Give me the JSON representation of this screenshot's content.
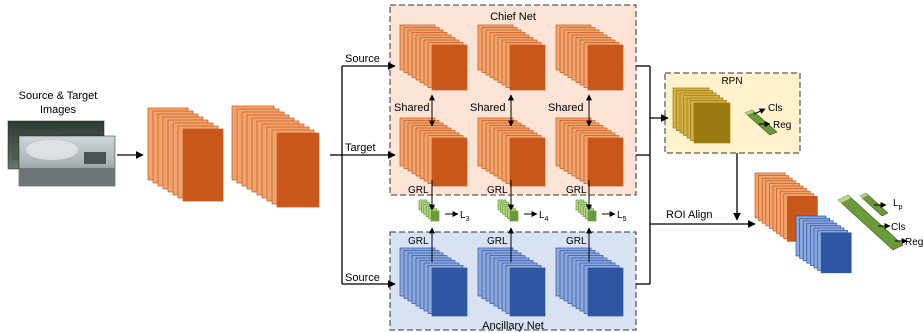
{
  "input": {
    "label_line1": "Source & Target",
    "label_line2": "Images"
  },
  "chief_net": {
    "title": "Chief Net"
  },
  "ancillary_net": {
    "title": "Ancillary Net"
  },
  "rpn": {
    "title": "RPN",
    "cls": "Cls",
    "reg": "Reg"
  },
  "branch_labels": {
    "source_top": "Source",
    "target": "Target",
    "source_bottom": "Source"
  },
  "shared_label": "Shared",
  "grl_label": "GRL",
  "losses": {
    "l3": "L",
    "l3_sub": "3",
    "l4": "L",
    "l4_sub": "4",
    "l5": "L",
    "l5_sub": "5"
  },
  "roi_align": "ROI Align",
  "output": {
    "lp": "L",
    "lp_sub": "p",
    "cls": "Cls",
    "reg": "Reg"
  },
  "colors": {
    "orange": "#c9561b",
    "orange_light": "#f0a56f",
    "blue": "#2f56a3",
    "blue_light": "#8ca8dd",
    "green": "#6b9a3a",
    "green_light": "#b6d58a",
    "rpn_block": "#9b7a12",
    "rpn_block_light": "#d4b043",
    "chief_bg": "#fbe3d6",
    "ancillary_bg": "#d9e2f3",
    "rpn_bg": "#fff2cc"
  }
}
